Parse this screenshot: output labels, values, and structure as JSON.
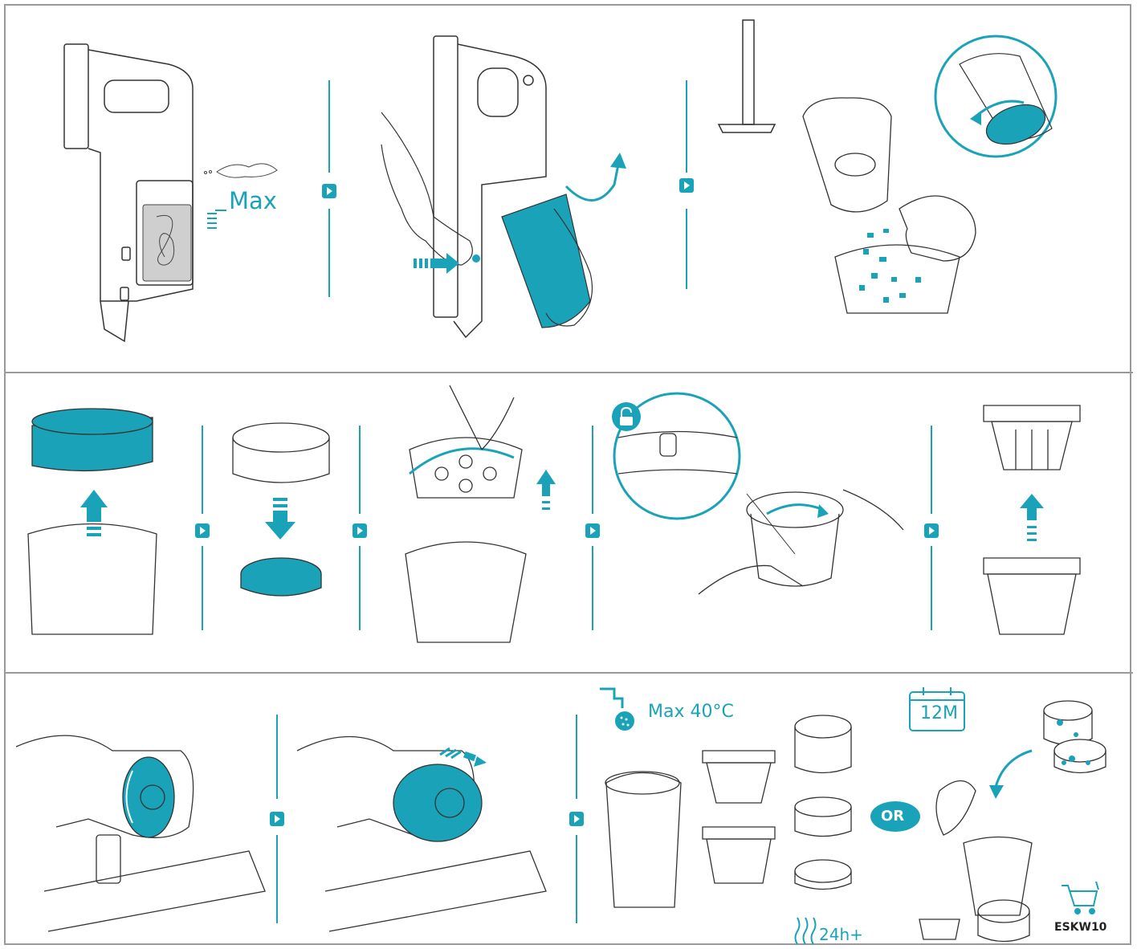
{
  "colors": {
    "accent": "#1aa3b8",
    "line": "#333333",
    "border": "#9a9a9a"
  },
  "panel1": {
    "max_label": "Max"
  },
  "panel3": {
    "temperature_label": "Max 40°C",
    "dry_time_label": "24h+",
    "or_label": "OR",
    "replacement_interval": "12M",
    "product_code": "ESKW10"
  },
  "icons": [
    "step-arrow-icon",
    "water-tap-icon",
    "calendar-icon",
    "shopping-cart-icon",
    "heat-waves-icon",
    "unlock-icon",
    "lock-icon"
  ]
}
